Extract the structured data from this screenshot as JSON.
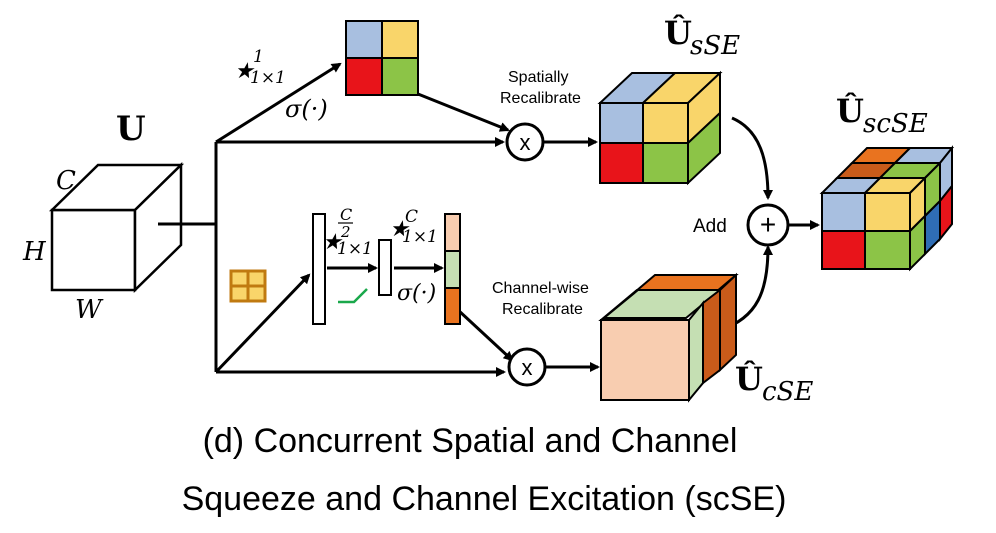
{
  "input": {
    "symbol": "U",
    "dim_c": "C",
    "dim_h": "H",
    "dim_w": "W"
  },
  "spatial_branch": {
    "conv_main": "★",
    "conv_sup": "1",
    "conv_sub": "1×1",
    "sigma": "σ(·)",
    "recalibrate_line1": "Spatially",
    "recalibrate_line2": "Recalibrate",
    "multiply": "x"
  },
  "channel_branch": {
    "conv1_main": "★",
    "conv1_sup_num": "C",
    "conv1_sup_den": "2",
    "conv1_sub": "1×1",
    "conv2_main": "★",
    "conv2_sup": "C",
    "conv2_sub": "1×1",
    "sigma": "σ(·)",
    "recalibrate_line1": "Channel-wise",
    "recalibrate_line2": "Recalibrate",
    "multiply": "x"
  },
  "outputs": {
    "sse_main": "Û",
    "sse_sub": "sSE",
    "cse_main": "Û",
    "cse_sub": "cSE",
    "scse_main": "Û",
    "scse_sub": "scSE",
    "add_label": "Add",
    "add_symbol": "+"
  },
  "caption": {
    "line1": "(d) Concurrent Spatial and Channel",
    "line2": "Squeeze and Channel Excitation (scSE)"
  },
  "colors": {
    "blue": "#a8bfe0",
    "yellow": "#f9d56a",
    "red": "#e8141a",
    "green": "#8cc447",
    "peach": "#f8cdb0",
    "light_green": "#c5dfb3",
    "orange": "#e9731f",
    "dark_orange": "#c95b1a",
    "dark_blue": "#2f6db5",
    "relu_green": "#1aa84b",
    "pool_fill": "#f9d56a",
    "pool_border": "#c07a10"
  }
}
